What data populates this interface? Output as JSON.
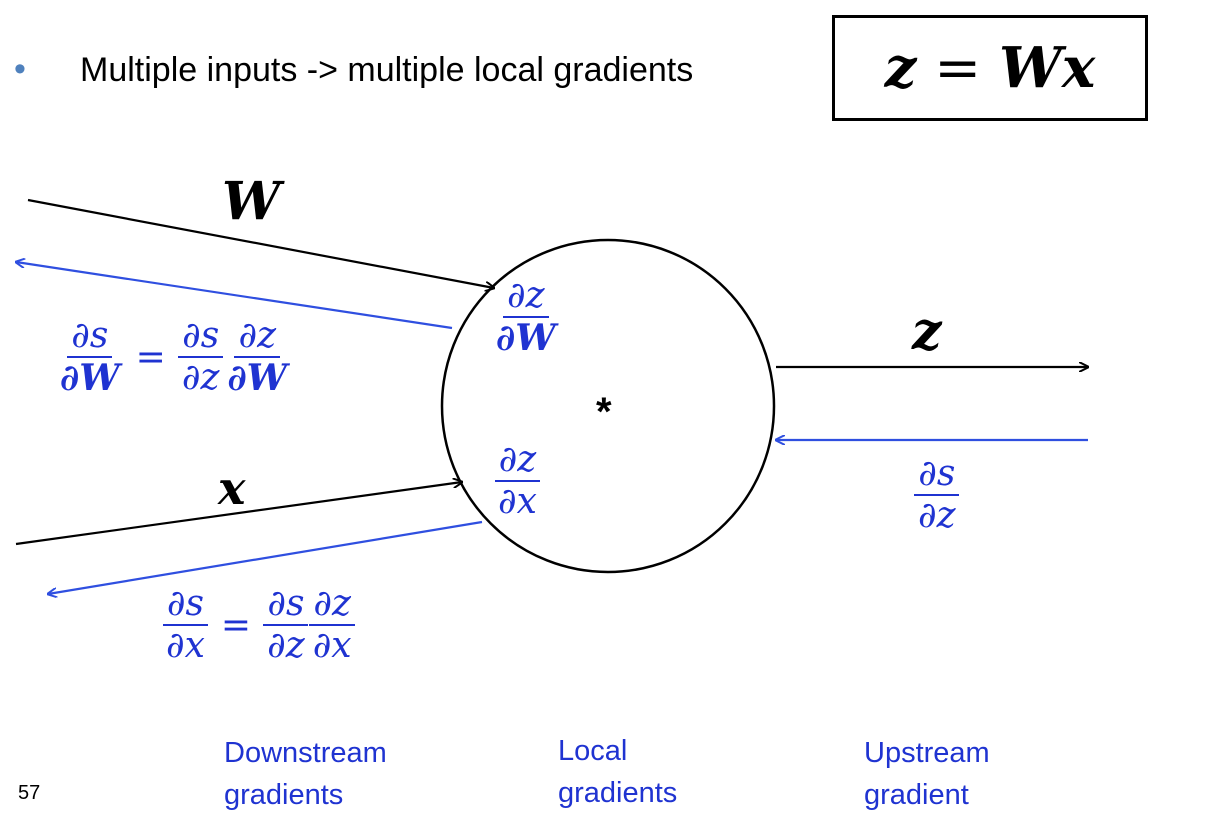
{
  "bullet": {
    "text": "Multiple inputs -> multiple local gradients"
  },
  "formula": {
    "lhs": "z",
    "equals": "=",
    "rhs_w": "W",
    "rhs_x": "x"
  },
  "node": {
    "operator": "*",
    "local_grad_w": {
      "num": "∂z",
      "den": "∂W"
    },
    "local_grad_x": {
      "num": "∂z",
      "den": "∂x"
    }
  },
  "inputs": {
    "w_label": "W",
    "x_label": "x",
    "output_label": "z"
  },
  "downstream": {
    "w_eq": {
      "lhs": {
        "num": "∂s",
        "den": "∂W"
      },
      "equals": "=",
      "f1": {
        "num": "∂s",
        "den": "∂z"
      },
      "f2": {
        "num": "∂z",
        "den": "∂W"
      }
    },
    "x_eq": {
      "lhs": {
        "num": "∂s",
        "den": "∂x"
      },
      "equals": "=",
      "f1": {
        "num": "∂s",
        "den": "∂z"
      },
      "f2": {
        "num": "∂z",
        "den": "∂x"
      }
    }
  },
  "upstream": {
    "grad": {
      "num": "∂s",
      "den": "∂z"
    }
  },
  "labels": {
    "downstream": "Downstream gradients",
    "local": "Local gradients",
    "upstream": "Upstream gradient"
  },
  "page_number": "57",
  "colors": {
    "forward": "#000000",
    "backward": "#2f4fe0",
    "math_blue": "#1f33d1",
    "bullet": "#4f81bd"
  }
}
